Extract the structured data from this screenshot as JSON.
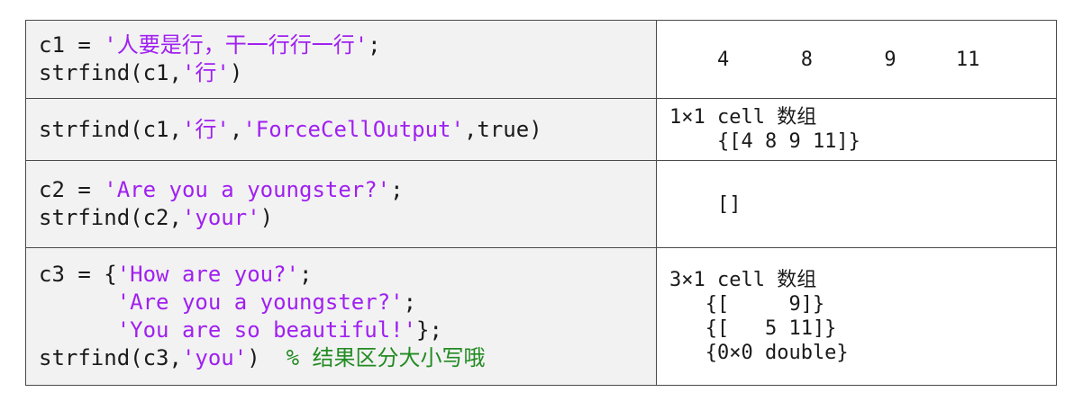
{
  "rows": [
    {
      "code": [
        [
          {
            "t": "c1 = ",
            "k": "plain"
          },
          {
            "t": "'人要是行，干一行行一行'",
            "k": "str"
          },
          {
            "t": ";",
            "k": "plain"
          }
        ],
        [
          {
            "t": "strfind(c1,",
            "k": "plain"
          },
          {
            "t": "'行'",
            "k": "str"
          },
          {
            "t": ")",
            "k": "plain"
          }
        ]
      ],
      "output": [
        "    4      8      9     11"
      ]
    },
    {
      "code": [
        [
          {
            "t": "strfind(c1,",
            "k": "plain"
          },
          {
            "t": "'行'",
            "k": "str"
          },
          {
            "t": ",",
            "k": "plain"
          },
          {
            "t": "'ForceCellOutput'",
            "k": "str"
          },
          {
            "t": ",true)",
            "k": "plain"
          }
        ]
      ],
      "output": [
        "1×1 cell 数组",
        "    {[4 8 9 11]}"
      ]
    },
    {
      "code": [
        [
          {
            "t": "c2 = ",
            "k": "plain"
          },
          {
            "t": "'Are you a youngster?'",
            "k": "str"
          },
          {
            "t": ";",
            "k": "plain"
          }
        ],
        [
          {
            "t": "strfind(c2,",
            "k": "plain"
          },
          {
            "t": "'your'",
            "k": "str"
          },
          {
            "t": ")",
            "k": "plain"
          }
        ]
      ],
      "output": [
        "    []"
      ]
    },
    {
      "code": [
        [
          {
            "t": "c3 = {",
            "k": "plain"
          },
          {
            "t": "'How are you?'",
            "k": "str"
          },
          {
            "t": ";",
            "k": "plain"
          }
        ],
        [
          {
            "t": "      ",
            "k": "plain"
          },
          {
            "t": "'Are you a youngster?'",
            "k": "str"
          },
          {
            "t": ";",
            "k": "plain"
          }
        ],
        [
          {
            "t": "      ",
            "k": "plain"
          },
          {
            "t": "'You are so beautiful!'",
            "k": "str"
          },
          {
            "t": "};",
            "k": "plain"
          }
        ],
        [
          {
            "t": "strfind(c3,",
            "k": "plain"
          },
          {
            "t": "'you'",
            "k": "str"
          },
          {
            "t": ")  ",
            "k": "plain"
          },
          {
            "t": "% 结果区分大小写哦",
            "k": "cmt"
          }
        ]
      ],
      "output": [
        "3×1 cell 数组",
        "   {[     9]}",
        "   {[   5 11]}",
        "   {0×0 double}"
      ]
    }
  ],
  "colors": {
    "string": "#a020f0",
    "comment": "#228b22",
    "code_bg": "#f2f2f2",
    "border": "#4a4a4a"
  }
}
